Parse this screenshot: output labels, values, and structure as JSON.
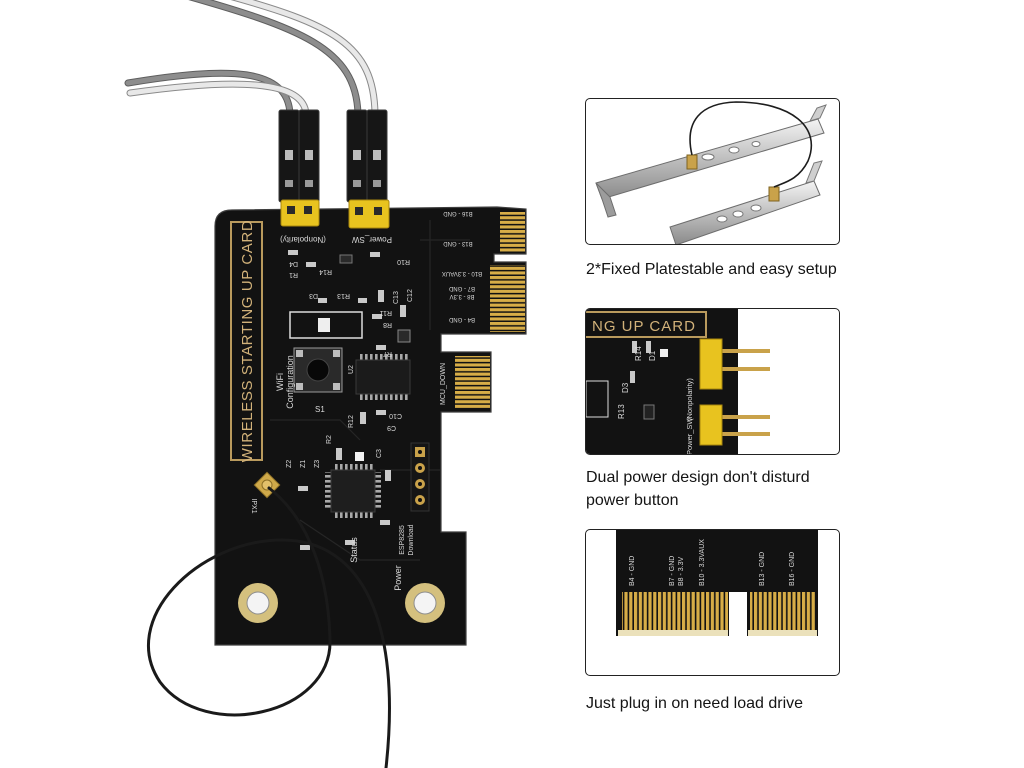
{
  "main_board": {
    "title": "WIRELESS STARTING UP CARD",
    "nonpolarity": "(Nonpolarity)",
    "power_sw": "Power_SW",
    "wifi": "WiFi",
    "configuration": "Configuration",
    "switch_id": "S1",
    "mcu_down": "MCU_DOWN",
    "antenna_port": "IPX1",
    "esp_chip": "ESP8285",
    "download": "Download",
    "status": "Status",
    "power": "Power",
    "pin_labels": [
      "B16 - GND",
      "B13 - GND",
      "B10 - 3.3VAUX",
      "B7 - GND",
      "B8 - 3.3V",
      "B4 - GND"
    ],
    "components": [
      "D4",
      "R1",
      "R14",
      "R10",
      "D3",
      "R13",
      "C13",
      "C12",
      "R11",
      "R8",
      "R7",
      "U2",
      "R12",
      "C10",
      "C9",
      "R2",
      "Z2",
      "Z1",
      "Z3",
      "C3"
    ]
  },
  "panels": [
    {
      "caption": "2*Fixed Platestable and easy setup"
    },
    {
      "caption_lines": [
        "Dual power design don't disturd",
        "power button"
      ],
      "board_title": "NG UP CARD",
      "nonpolarity": "(Nonpolarity)",
      "power_sw": "Power_SW",
      "components": [
        "R14",
        "D1",
        "D3",
        "R13"
      ]
    },
    {
      "caption": "Just plug in on need load drive",
      "pin_labels": [
        "B4 - GND",
        "B7 - GND",
        "B8 - 3.3V",
        "B10 - 3.3VAUX",
        "B13 - GND",
        "B16 - GND"
      ]
    }
  ],
  "colors": {
    "pcb": "#121212",
    "gold_fingers": "#d7ad47",
    "header_yellow": "#e8c31f",
    "silkscreen_gold": "#d2b27a",
    "silkscreen": "#d9d9d9"
  }
}
